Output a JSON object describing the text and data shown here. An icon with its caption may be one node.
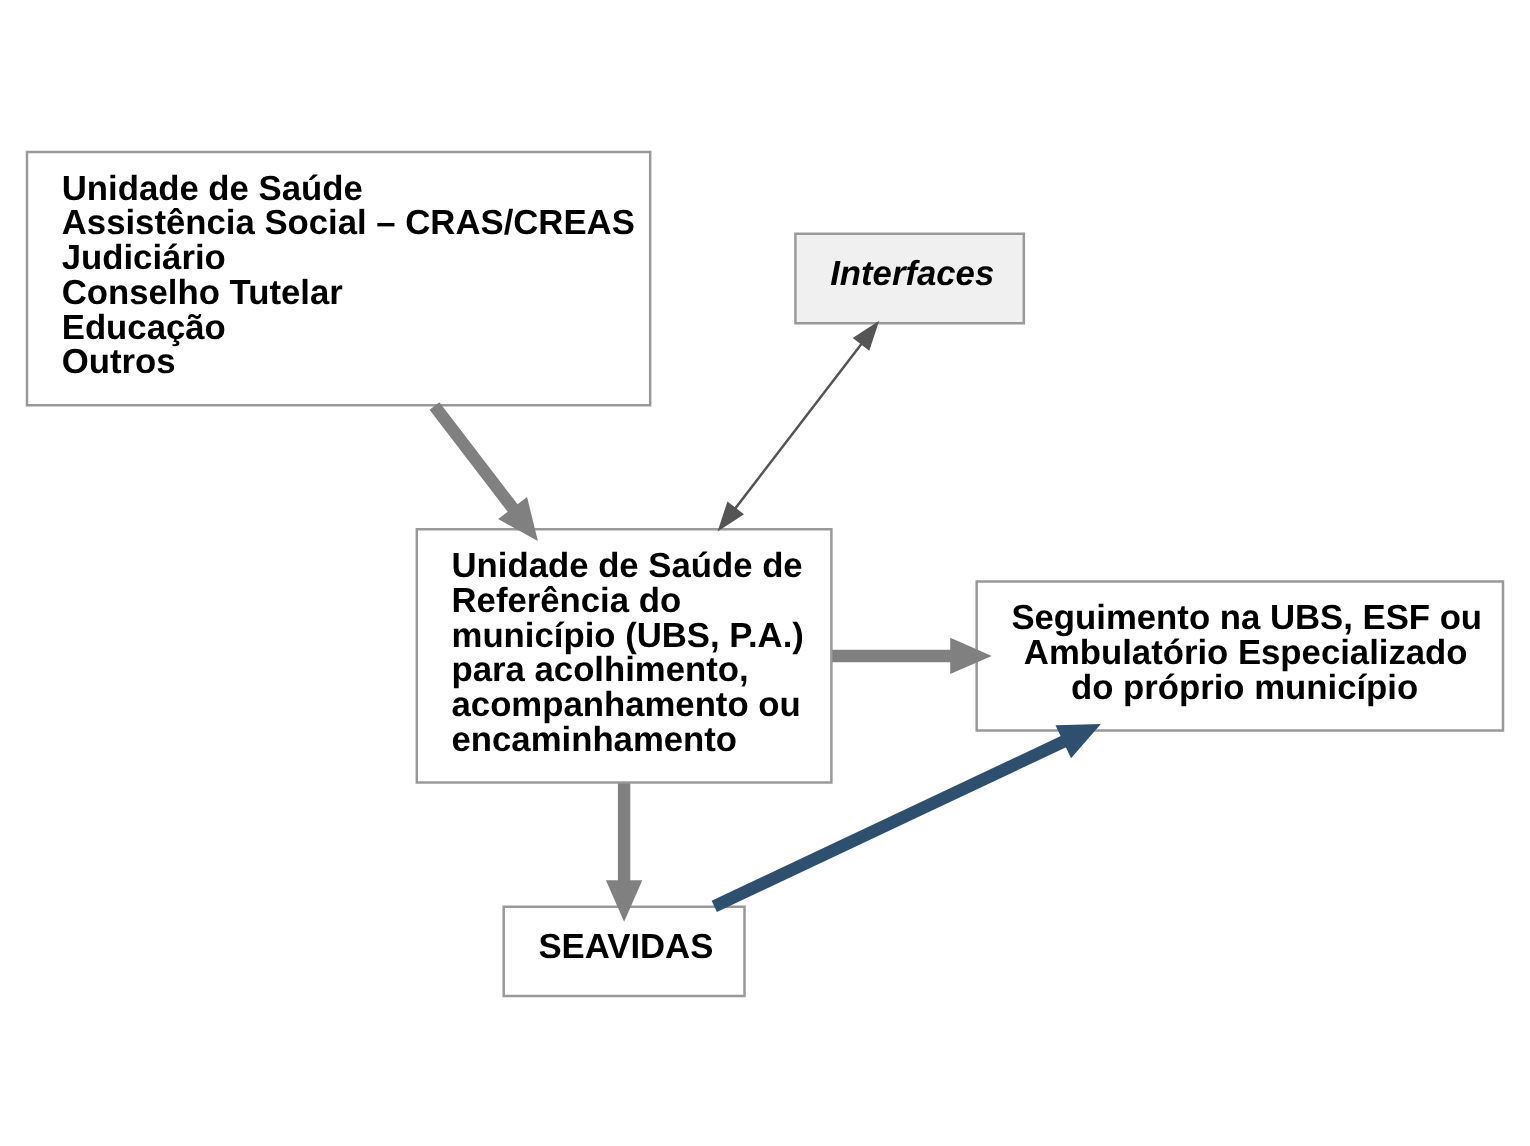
{
  "diagram": {
    "nodes": [
      {
        "text": [
          "Unidade de Saúde",
          "Assistência Social – CRAS/CREAS",
          "Judiciário",
          "Conselho Tutelar",
          "Educação",
          "Outros"
        ]
      },
      {
        "text": [
          "Interfaces"
        ]
      },
      {
        "text": [
          "Unidade de Saúde de Referência do município (UBS, P.A.) para acolhimento, acompanhamento ou encaminhamento"
        ]
      },
      {
        "text": [
          "Seguimento na UBS, ESF ou Ambulatório Especializado do próprio município"
        ]
      },
      {
        "text": [
          "SEAVIDAS"
        ]
      }
    ],
    "edges": [
      {
        "from": 0,
        "to": 2,
        "arrow": "to"
      },
      {
        "from": 2,
        "to": 1,
        "arrow": "both",
        "color": "#555555"
      },
      {
        "from": 2,
        "to": 3,
        "arrow": "to"
      },
      {
        "from": 2,
        "to": 4,
        "arrow": "to"
      },
      {
        "from": 4,
        "to": 3,
        "arrow": "to",
        "color": "#2f4f6f"
      }
    ]
  }
}
